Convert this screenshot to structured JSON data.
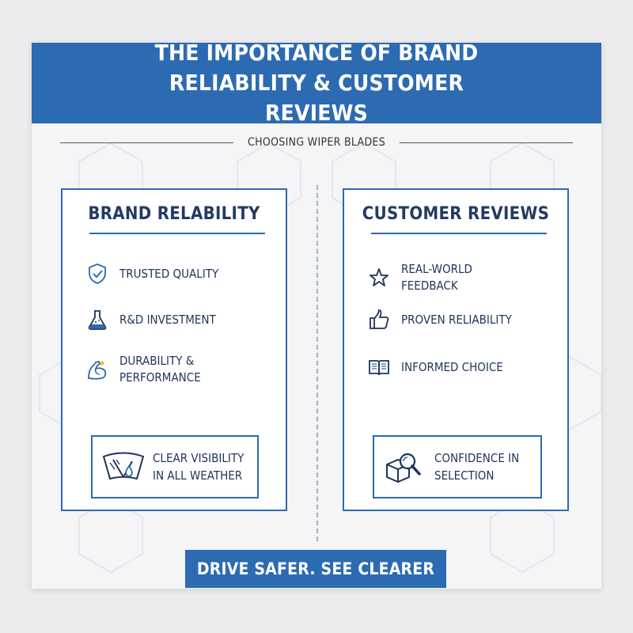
{
  "header": {
    "title": "THE IMPORTANCE OF BRAND RELIABILITY & CUSTOMER REVIEWS"
  },
  "subtitle": "CHOOSING WIPER BLADES",
  "colors": {
    "brand_blue": "#2c6bb2",
    "text_navy": "#1f3459",
    "accent_yellow": "#f2c230"
  },
  "left_card": {
    "title": "BRAND RELABILITY",
    "items": [
      {
        "icon": "shield-check-icon",
        "label": "TRUSTED QUALITY"
      },
      {
        "icon": "flask-icon",
        "label": "R&D INVESTMENT"
      },
      {
        "icon": "flexed-arm-icon",
        "label_line1": "DURABILITY &",
        "label_line2": "PERFORMANCE"
      }
    ],
    "feature": {
      "icon": "windshield-wiper-icon",
      "label_line1": "CLEAR VISIBILITY",
      "label_line2": "IN ALL WEATHER"
    }
  },
  "right_card": {
    "title": "CUSTOMER REVIEWS",
    "items": [
      {
        "icon": "star-icon",
        "label_line1": "REAL-WORLD",
        "label_line2": "FEEDBACK"
      },
      {
        "icon": "thumbs-up-icon",
        "label": "PROVEN RELIABILITY"
      },
      {
        "icon": "open-book-icon",
        "label": "INFORMED CHOICE"
      }
    ],
    "feature": {
      "icon": "magnifier-box-icon",
      "label_line1": "CONFIDENCE IN",
      "label_line2": "SELECTION"
    }
  },
  "footer": {
    "label": "DRIVE SAFER. SEE CLEARER"
  }
}
